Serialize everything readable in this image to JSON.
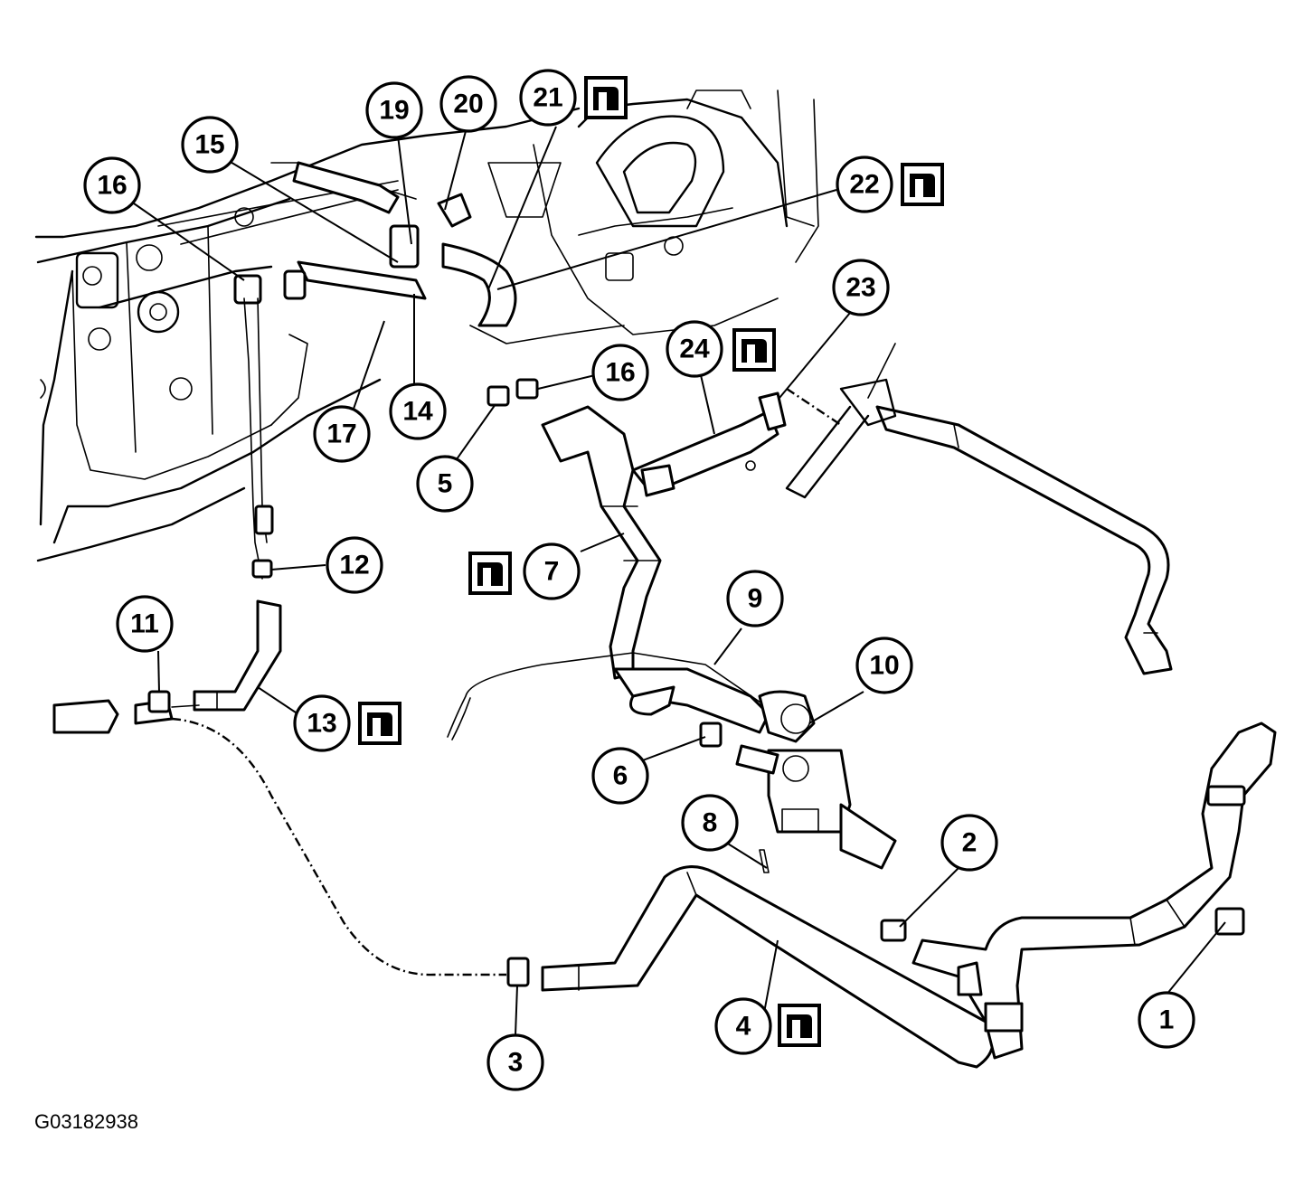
{
  "figure_id": "G03182938",
  "callouts": [
    {
      "id": "1",
      "label": "1"
    },
    {
      "id": "2",
      "label": "2"
    },
    {
      "id": "3",
      "label": "3"
    },
    {
      "id": "4",
      "label": "4"
    },
    {
      "id": "5",
      "label": "5"
    },
    {
      "id": "6",
      "label": "6"
    },
    {
      "id": "7",
      "label": "7"
    },
    {
      "id": "8",
      "label": "8"
    },
    {
      "id": "9",
      "label": "9"
    },
    {
      "id": "10",
      "label": "10"
    },
    {
      "id": "11",
      "label": "11"
    },
    {
      "id": "12",
      "label": "12"
    },
    {
      "id": "13",
      "label": "13"
    },
    {
      "id": "14",
      "label": "14"
    },
    {
      "id": "15",
      "label": "15"
    },
    {
      "id": "16a",
      "label": "16"
    },
    {
      "id": "16b",
      "label": "16"
    },
    {
      "id": "17",
      "label": "17"
    },
    {
      "id": "19",
      "label": "19"
    },
    {
      "id": "20",
      "label": "20"
    },
    {
      "id": "21",
      "label": "21"
    },
    {
      "id": "22",
      "label": "22"
    },
    {
      "id": "23",
      "label": "23"
    },
    {
      "id": "24",
      "label": "24"
    }
  ],
  "replace_marker_callouts": [
    "4",
    "7",
    "13",
    "21",
    "22",
    "24"
  ]
}
